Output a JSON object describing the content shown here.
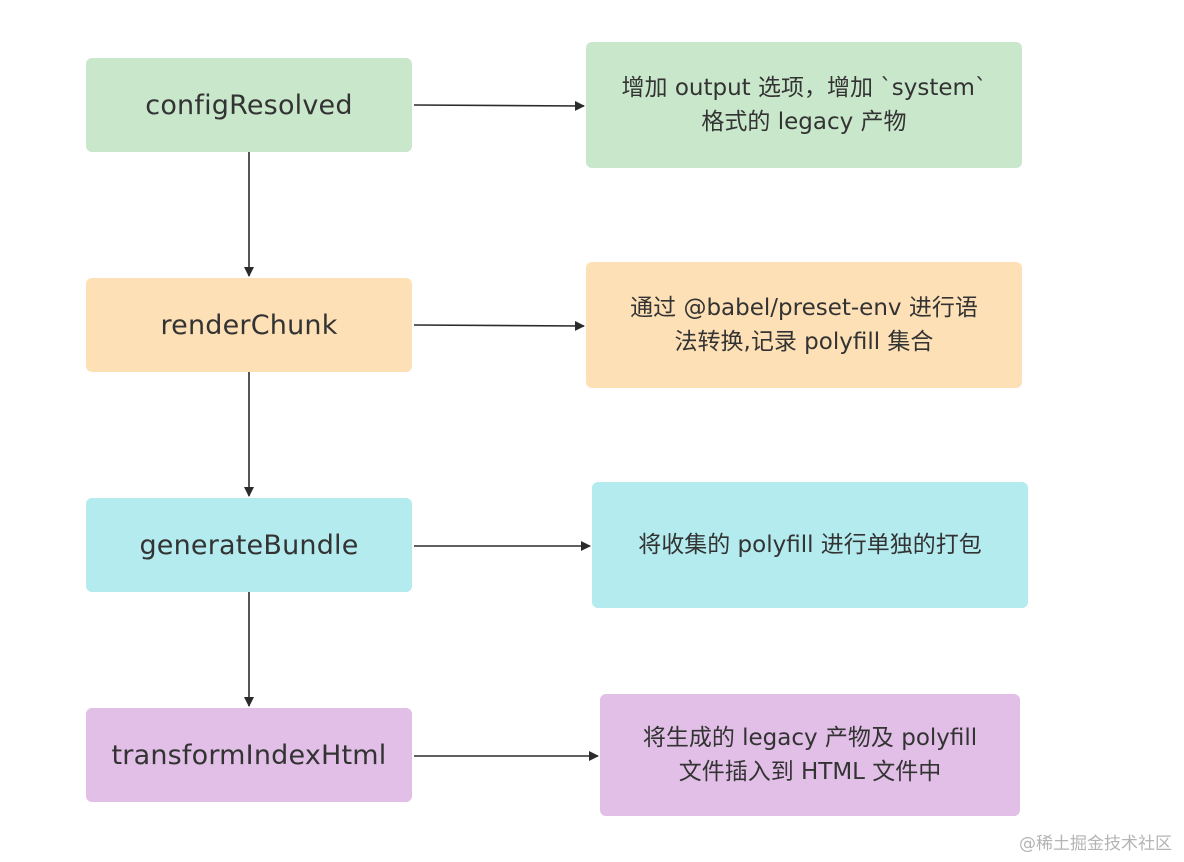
{
  "colors": {
    "green": "#c9e7cb",
    "orange": "#fde0b5",
    "cyan": "#b3ebef",
    "purple": "#e1bfe6",
    "arrow": "#2b2b2b",
    "text": "#333333"
  },
  "steps": [
    {
      "label": "configResolved",
      "color": "green"
    },
    {
      "label": "renderChunk",
      "color": "orange"
    },
    {
      "label": "generateBundle",
      "color": "cyan"
    },
    {
      "label": "transformIndexHtml",
      "color": "purple"
    }
  ],
  "descriptions": [
    {
      "lines": [
        "增加 output 选项，增加 `system`",
        "格式的 legacy 产物"
      ],
      "color": "green"
    },
    {
      "lines": [
        "通过 @babel/preset-env 进行语",
        "法转换,记录 polyfill 集合"
      ],
      "color": "orange"
    },
    {
      "lines": [
        "将收集的 polyfill 进行单独的打包"
      ],
      "color": "cyan"
    },
    {
      "lines": [
        "将生成的 legacy 产物及 polyfill",
        "文件插入到 HTML 文件中"
      ],
      "color": "purple"
    }
  ],
  "watermark": "@稀土掘金技术社区"
}
